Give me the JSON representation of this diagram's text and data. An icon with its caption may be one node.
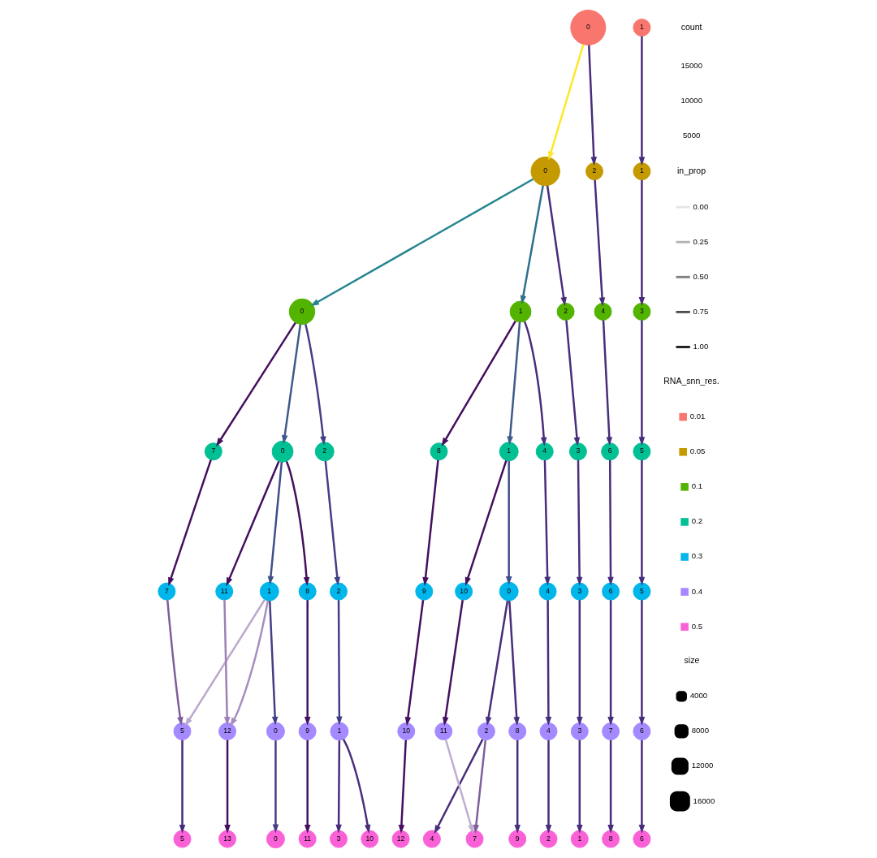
{
  "diagram": {
    "nodes": [
      {
        "text": [
          "0"
        ]
      },
      {
        "text": [
          "1"
        ]
      },
      {
        "text": [
          "0"
        ]
      },
      {
        "text": [
          "2"
        ]
      },
      {
        "text": [
          "1"
        ]
      },
      {
        "text": [
          "0"
        ]
      },
      {
        "text": [
          "1"
        ]
      },
      {
        "text": [
          "2"
        ]
      },
      {
        "text": [
          "4"
        ]
      },
      {
        "text": [
          "3"
        ]
      },
      {
        "text": [
          "0"
        ]
      },
      {
        "text": [
          "2"
        ]
      },
      {
        "text": [
          "7"
        ]
      },
      {
        "text": [
          "1"
        ]
      },
      {
        "text": [
          "4"
        ]
      },
      {
        "text": [
          "8"
        ]
      },
      {
        "text": [
          "3"
        ]
      },
      {
        "text": [
          "6"
        ]
      },
      {
        "text": [
          "5"
        ]
      },
      {
        "text": [
          "1"
        ]
      },
      {
        "text": [
          "11"
        ]
      },
      {
        "text": [
          "8"
        ]
      },
      {
        "text": [
          "2"
        ]
      },
      {
        "text": [
          "7"
        ]
      },
      {
        "text": [
          "0"
        ]
      },
      {
        "text": [
          "10"
        ]
      },
      {
        "text": [
          "4"
        ]
      },
      {
        "text": [
          "9"
        ]
      },
      {
        "text": [
          "3"
        ]
      },
      {
        "text": [
          "6"
        ]
      },
      {
        "text": [
          "5"
        ]
      },
      {
        "text": [
          "0"
        ]
      },
      {
        "text": [
          "12"
        ]
      },
      {
        "text": [
          "9"
        ]
      },
      {
        "text": [
          "1"
        ]
      },
      {
        "text": [
          "5"
        ]
      },
      {
        "text": [
          "2"
        ]
      },
      {
        "text": [
          "8"
        ]
      },
      {
        "text": [
          "11"
        ]
      },
      {
        "text": [
          "4"
        ]
      },
      {
        "text": [
          "10"
        ]
      },
      {
        "text": [
          "3"
        ]
      },
      {
        "text": [
          "7"
        ]
      },
      {
        "text": [
          "6"
        ]
      },
      {
        "text": [
          "0"
        ]
      },
      {
        "text": [
          "13"
        ]
      },
      {
        "text": [
          "11"
        ]
      },
      {
        "text": [
          "10"
        ]
      },
      {
        "text": [
          "3"
        ]
      },
      {
        "text": [
          "5"
        ]
      },
      {
        "text": [
          "4"
        ]
      },
      {
        "text": [
          "7"
        ]
      },
      {
        "text": [
          "9"
        ]
      },
      {
        "text": [
          "2"
        ]
      },
      {
        "text": [
          "12"
        ]
      },
      {
        "text": [
          "1"
        ]
      },
      {
        "text": [
          "8"
        ]
      },
      {
        "text": [
          "6"
        ]
      }
    ],
    "edges": [
      {
        "from": 0,
        "to": 2,
        "arrow": "to",
        "color": "#fde725"
      },
      {
        "from": 0,
        "to": 3,
        "arrow": "to"
      },
      {
        "from": 1,
        "to": 4,
        "arrow": "to"
      },
      {
        "from": 2,
        "to": 5,
        "arrow": "to",
        "color": "#25858e"
      },
      {
        "from": 2,
        "to": 6,
        "arrow": "to",
        "color": "#2d708e"
      },
      {
        "from": 2,
        "to": 7,
        "arrow": "to"
      },
      {
        "from": 3,
        "to": 8,
        "arrow": "to"
      },
      {
        "from": 4,
        "to": 9,
        "arrow": "to"
      },
      {
        "from": 5,
        "to": 10,
        "arrow": "to",
        "color": "#3e5a8a"
      },
      {
        "from": 5,
        "to": 11,
        "arrow": "to",
        "color": "#433e85"
      },
      {
        "from": 5,
        "to": 12,
        "arrow": "to",
        "color": "#440f5e"
      },
      {
        "from": 6,
        "to": 13,
        "arrow": "to",
        "color": "#3e5a8a"
      },
      {
        "from": 6,
        "to": 14,
        "arrow": "to"
      },
      {
        "from": 6,
        "to": 15,
        "arrow": "to",
        "color": "#440f5e"
      },
      {
        "from": 7,
        "to": 16,
        "arrow": "to"
      },
      {
        "from": 8,
        "to": 17,
        "arrow": "to"
      },
      {
        "from": 9,
        "to": 18,
        "arrow": "to"
      },
      {
        "from": 10,
        "to": 19,
        "arrow": "to",
        "color": "#3f4f8a"
      },
      {
        "from": 10,
        "to": 20,
        "arrow": "to",
        "color": "#440f5e"
      },
      {
        "from": 10,
        "to": 21,
        "arrow": "to",
        "color": "#440f5e"
      },
      {
        "from": 11,
        "to": 22,
        "arrow": "to",
        "color": "#433e85"
      },
      {
        "from": 12,
        "to": 23,
        "arrow": "to",
        "color": "#440f5e"
      },
      {
        "from": 13,
        "to": 24,
        "arrow": "to",
        "color": "#3f4f8a"
      },
      {
        "from": 13,
        "to": 25,
        "arrow": "to",
        "color": "#440f5e"
      },
      {
        "from": 14,
        "to": 26,
        "arrow": "to"
      },
      {
        "from": 15,
        "to": 27,
        "arrow": "to",
        "color": "#440f5e"
      },
      {
        "from": 16,
        "to": 28,
        "arrow": "to"
      },
      {
        "from": 17,
        "to": 29,
        "arrow": "to"
      },
      {
        "from": 18,
        "to": 30,
        "arrow": "to"
      },
      {
        "from": 19,
        "to": 31,
        "arrow": "to",
        "color": "#433e85"
      },
      {
        "from": 19,
        "to": 32,
        "arrow": "to",
        "color": "#a68ebf"
      },
      {
        "from": 19,
        "to": 35,
        "arrow": "to",
        "color": "#bba8cc"
      },
      {
        "from": 20,
        "to": 32,
        "arrow": "to",
        "color": "#9d80b4"
      },
      {
        "from": 21,
        "to": 33,
        "arrow": "to",
        "color": "#440f5e"
      },
      {
        "from": 22,
        "to": 34,
        "arrow": "to",
        "color": "#433e85"
      },
      {
        "from": 23,
        "to": 35,
        "arrow": "to",
        "color": "#7f5e9b"
      },
      {
        "from": 24,
        "to": 36,
        "arrow": "to"
      },
      {
        "from": 24,
        "to": 37,
        "arrow": "to"
      },
      {
        "from": 25,
        "to": 38,
        "arrow": "to",
        "color": "#440f5e"
      },
      {
        "from": 26,
        "to": 39,
        "arrow": "to"
      },
      {
        "from": 27,
        "to": 40,
        "arrow": "to",
        "color": "#440f5e"
      },
      {
        "from": 28,
        "to": 41,
        "arrow": "to"
      },
      {
        "from": 29,
        "to": 42,
        "arrow": "to"
      },
      {
        "from": 30,
        "to": 43,
        "arrow": "to"
      },
      {
        "from": 31,
        "to": 44,
        "arrow": "to",
        "color": "#433e85"
      },
      {
        "from": 32,
        "to": 45,
        "arrow": "to",
        "color": "#440f5e"
      },
      {
        "from": 33,
        "to": 46,
        "arrow": "to",
        "color": "#440f5e"
      },
      {
        "from": 34,
        "to": 47,
        "arrow": "to"
      },
      {
        "from": 34,
        "to": 48,
        "arrow": "to"
      },
      {
        "from": 35,
        "to": 49,
        "arrow": "to"
      },
      {
        "from": 36,
        "to": 50,
        "arrow": "to"
      },
      {
        "from": 36,
        "to": 51,
        "arrow": "to",
        "color": "#7f5e9b"
      },
      {
        "from": 37,
        "to": 52,
        "arrow": "to"
      },
      {
        "from": 38,
        "to": 51,
        "arrow": "to",
        "color": "#c0aecf"
      },
      {
        "from": 39,
        "to": 53,
        "arrow": "to"
      },
      {
        "from": 40,
        "to": 54,
        "arrow": "to",
        "color": "#440f5e"
      },
      {
        "from": 41,
        "to": 55,
        "arrow": "to"
      },
      {
        "from": 42,
        "to": 56,
        "arrow": "to"
      },
      {
        "from": 43,
        "to": 57,
        "arrow": "to"
      }
    ],
    "labels": [
      "count",
      "15000",
      "10000",
      "5000",
      "in_prop",
      "RNA_snn_res.",
      "size"
    ],
    "legend": [
      {
        "text": "0.00"
      },
      {
        "text": "0.25"
      },
      {
        "text": "0.50"
      },
      {
        "text": "0.75"
      },
      {
        "text": "1.00"
      },
      {
        "text": "0.01",
        "color": "#f8766d"
      },
      {
        "text": "0.05",
        "color": "#c49a00"
      },
      {
        "text": "0.1",
        "color": "#53b400"
      },
      {
        "text": "0.2",
        "color": "#00c094"
      },
      {
        "text": "0.3",
        "color": "#00b6eb"
      },
      {
        "text": "0.4",
        "color": "#a58aff"
      },
      {
        "text": "0.5",
        "color": "#fb61d7"
      },
      {
        "text": "4000"
      },
      {
        "text": "8000"
      },
      {
        "text": "12000"
      },
      {
        "text": "16000"
      }
    ]
  }
}
